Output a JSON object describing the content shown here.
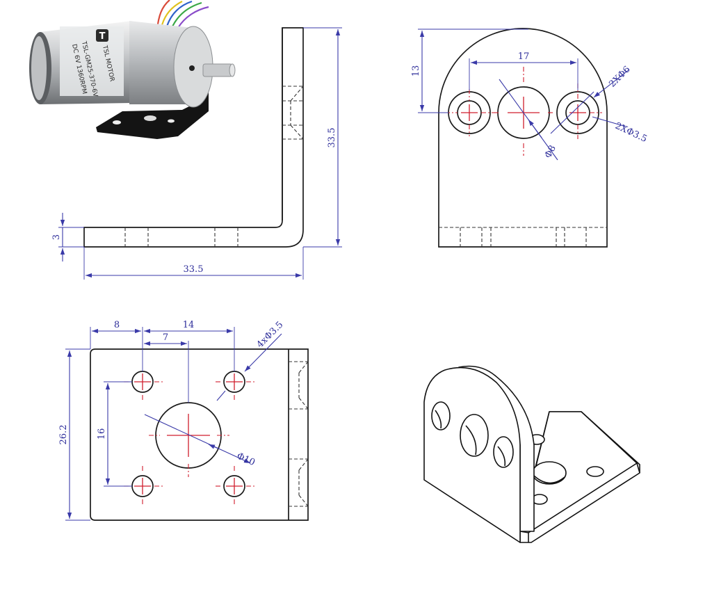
{
  "motor_photo": {
    "brand_text": "TSL MOTOR",
    "label_lines": [
      "TSL-GM25-370-6V",
      "DC 6V 1360RPM"
    ]
  },
  "side_view": {
    "thickness": "3",
    "height": "33.5",
    "length": "33.5"
  },
  "front_view": {
    "hole_spacing": "17",
    "center_height": "13",
    "center_hole": "Φ8",
    "outer_callout": "2XΦ6",
    "inner_callout": "2XΦ3.5"
  },
  "plan_view": {
    "edge_offset": "8",
    "hole_spacing_x": "14",
    "center_offset": "7",
    "hole_callout": "4xΦ3.5",
    "hole_spacing_y": "16",
    "plate_height": "26.2",
    "center_hole": "Φ10"
  },
  "colors": {
    "dimension": "#3a3aa8",
    "centerline": "#d01c2c",
    "outline": "#1a1a1a"
  }
}
